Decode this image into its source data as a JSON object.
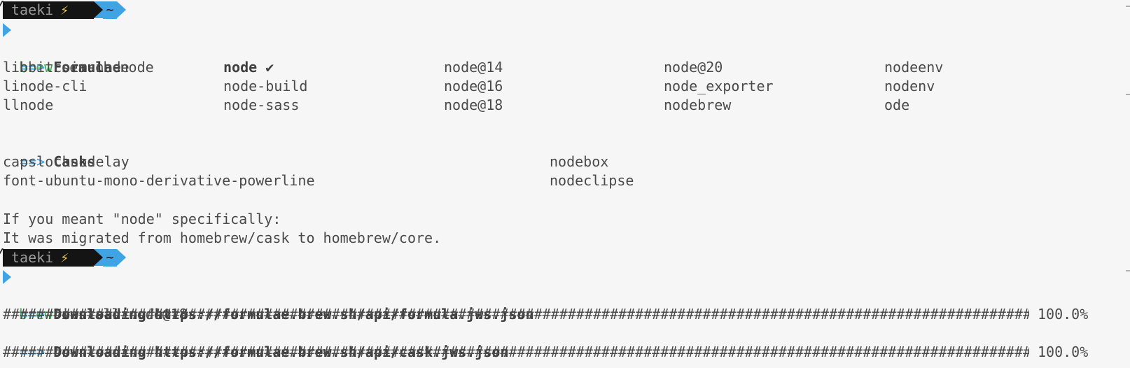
{
  "prompt": {
    "user": "taeki",
    "bolt": "⚡",
    "dir": "~"
  },
  "arrow": "==>",
  "cmd1": {
    "bin": "brew",
    "args": " search node"
  },
  "formulae_header": "Formulae",
  "formulae": [
    [
      "libbitcoin-node",
      "node ✔",
      "node@14",
      "node@20",
      "nodeenv"
    ],
    [
      "linode-cli",
      "node-build",
      "node@16",
      "node_exporter",
      "nodenv"
    ],
    [
      "llnode",
      "node-sass",
      "node@18",
      "nodebrew",
      "ode"
    ]
  ],
  "casks_header": "Casks",
  "casks": [
    [
      "capslocknodelay",
      "nodebox"
    ],
    [
      "font-ubuntu-mono-derivative-powerline",
      "nodeclipse"
    ]
  ],
  "notice": [
    "If you meant \"node\" specifically:",
    "It was migrated from homebrew/cask to homebrew/core."
  ],
  "cmd2": {
    "bin": "brew",
    "args": " install node@18"
  },
  "downloads": [
    {
      "label": "Downloading https://formulae.brew.sh/api/formula.jws.json",
      "percent": "100.0%"
    },
    {
      "label": "Downloading https://formulae.brew.sh/api/cask.jws.json",
      "percent": "100.0%"
    }
  ],
  "progress_bar": "########################################################################################################################################################"
}
